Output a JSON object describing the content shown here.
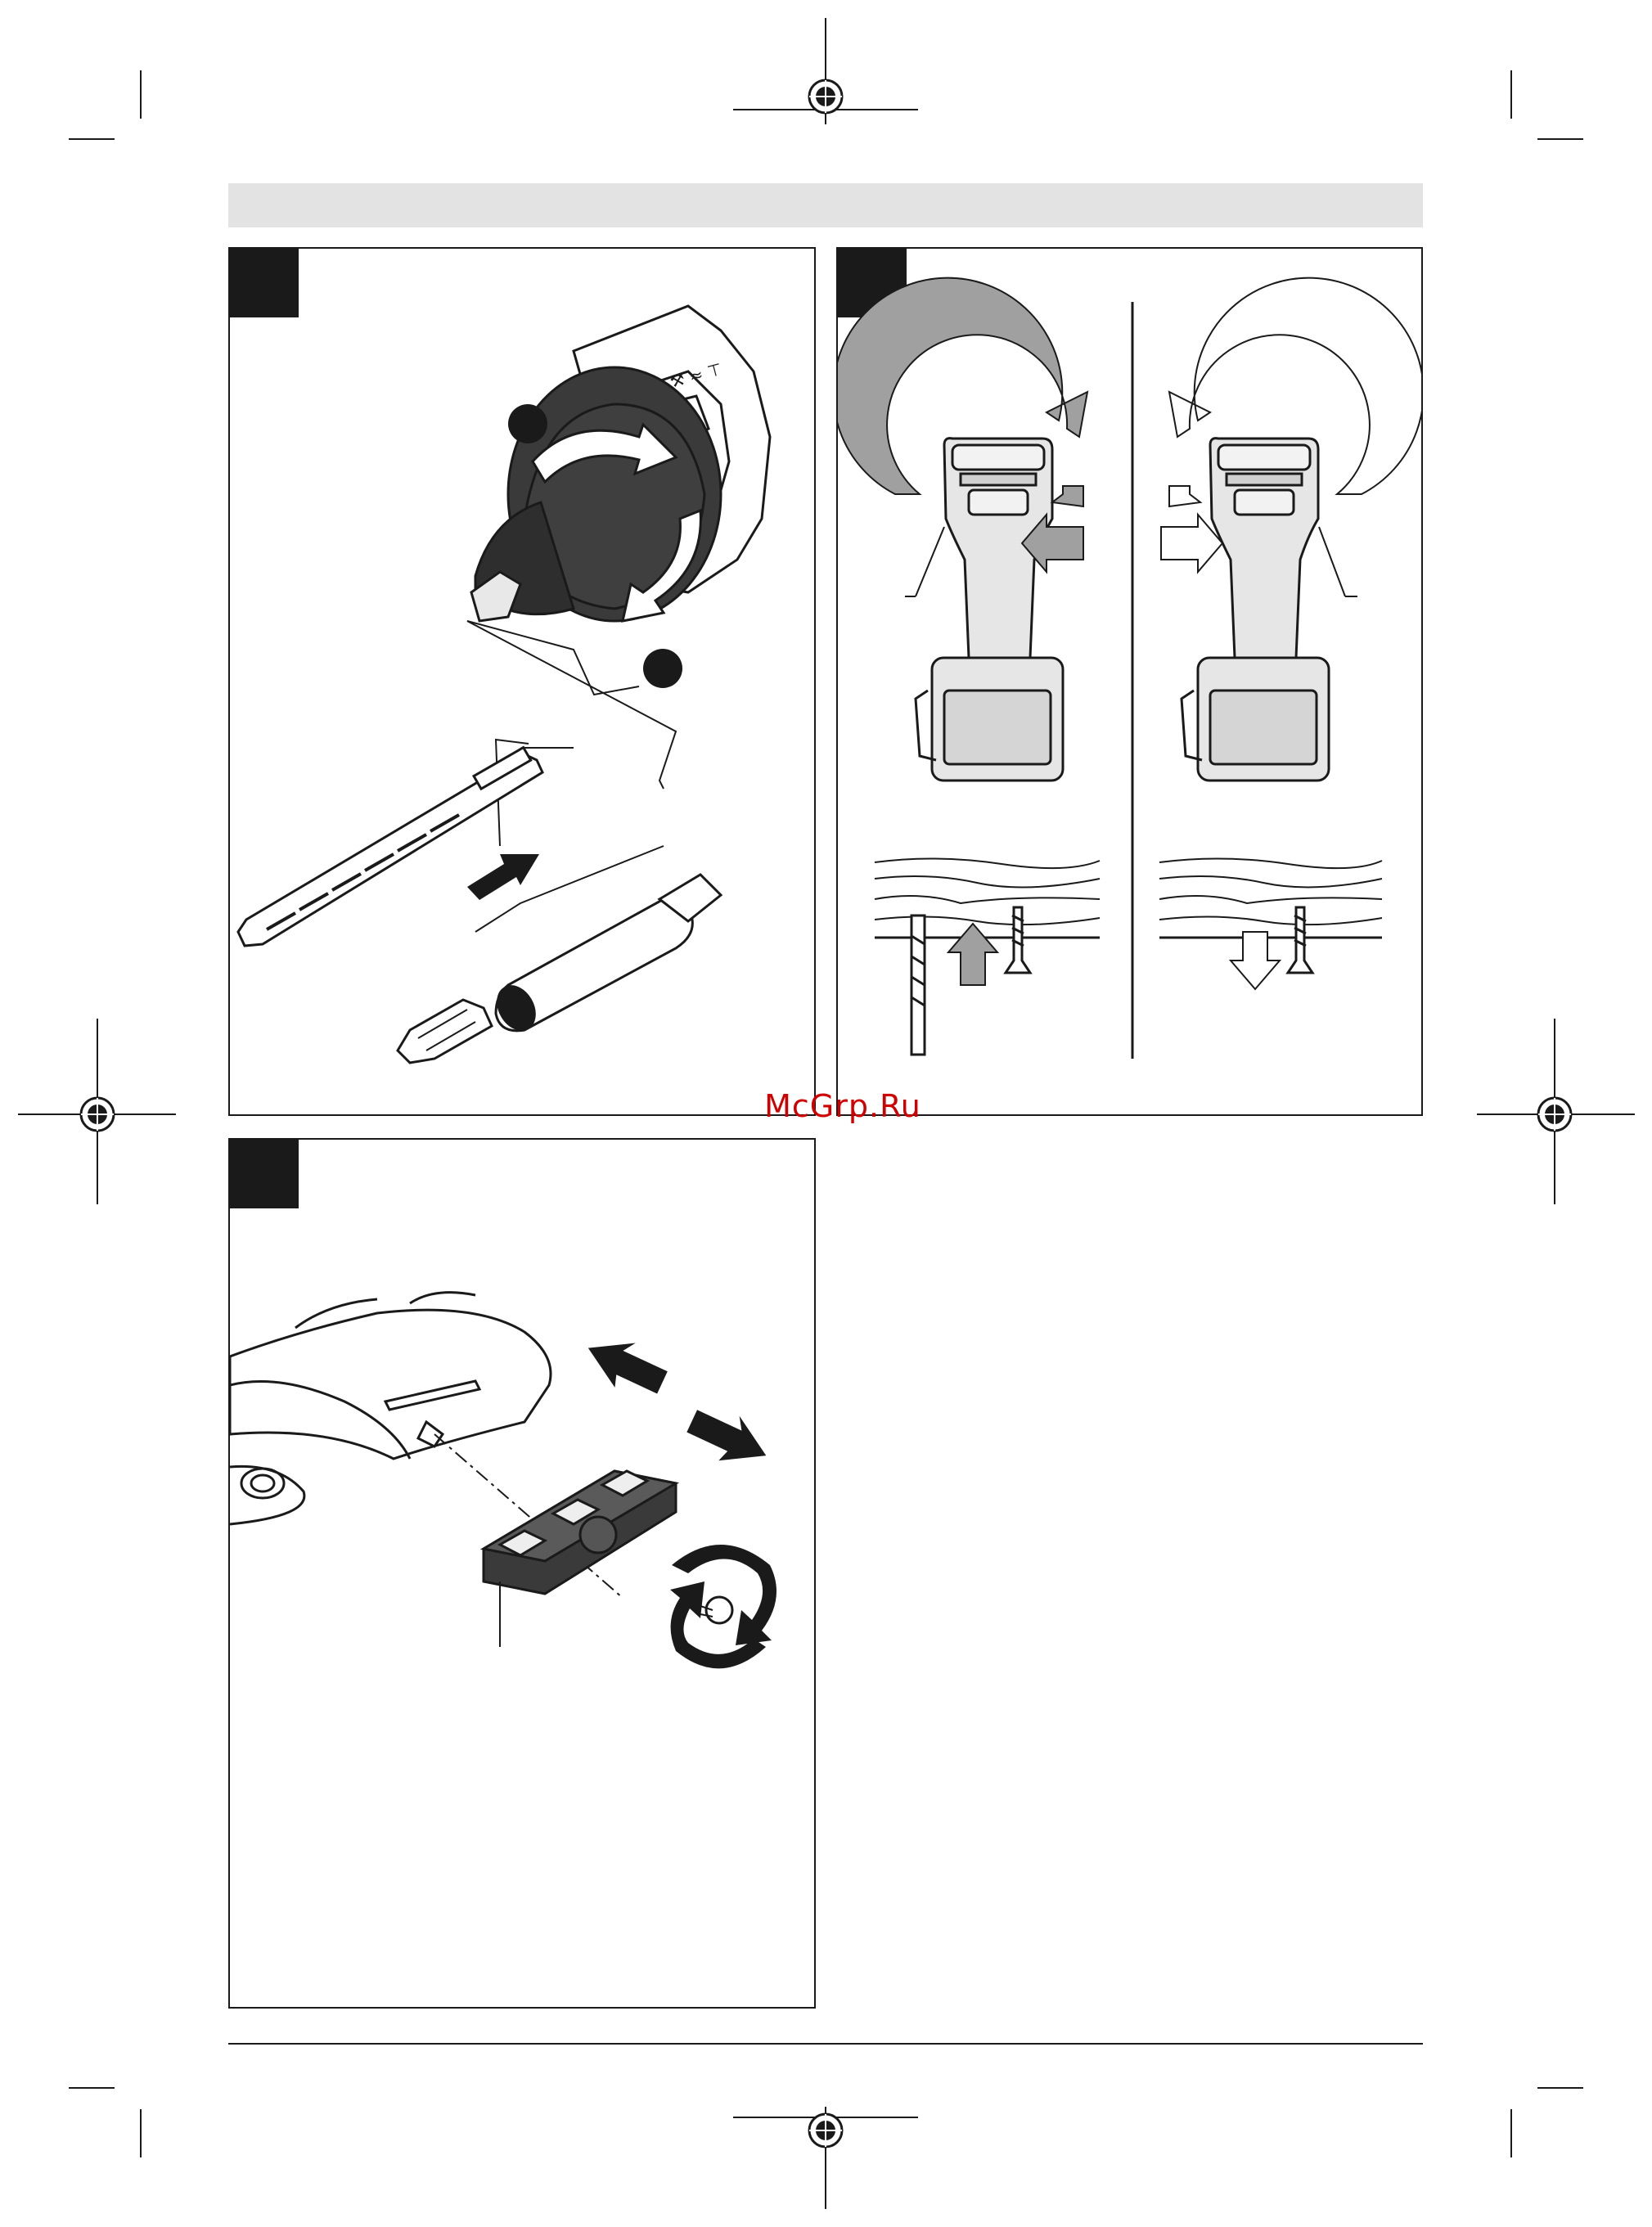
{
  "watermark": "McGrp.Ru",
  "figures": [
    {
      "id": "top-left",
      "callouts": []
    },
    {
      "id": "top-right",
      "callouts": []
    },
    {
      "id": "bottom-left",
      "callouts": []
    }
  ],
  "colors": {
    "ink": "#1a1a1a",
    "header_bar": "#e3e3e3",
    "arrow_gray": "#9c9c9c",
    "watermark": "#d10000"
  },
  "footer": {
    "text": ""
  }
}
